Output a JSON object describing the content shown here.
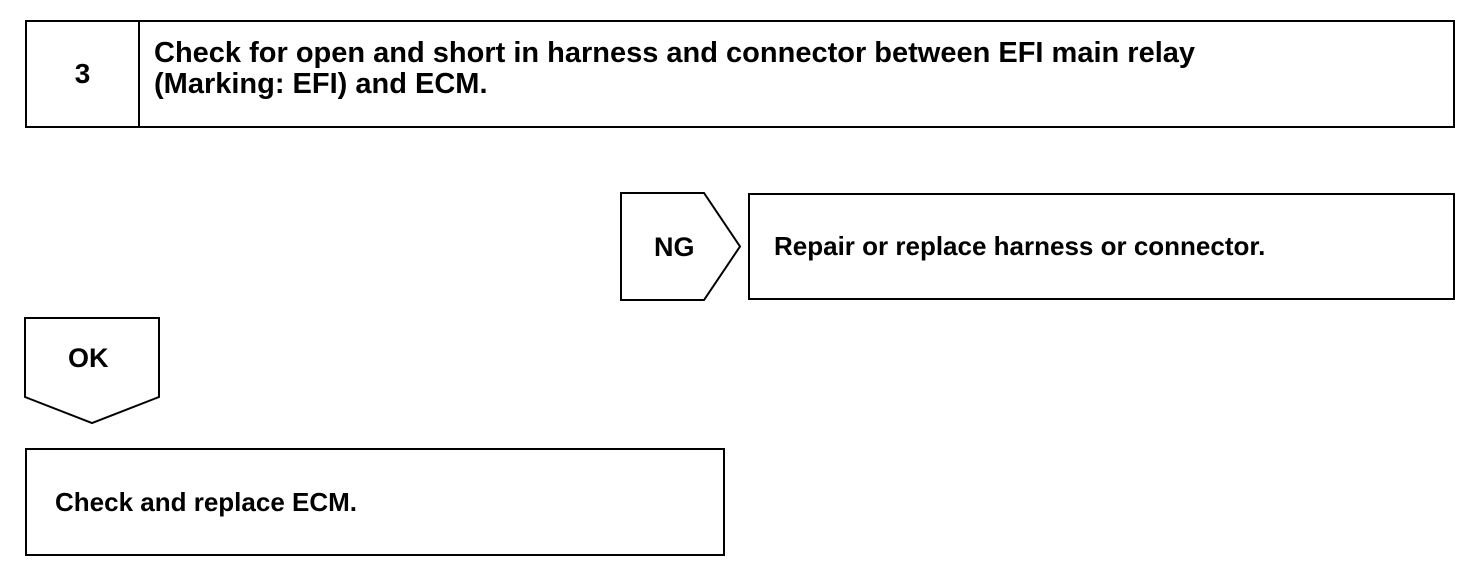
{
  "step": {
    "number": "3",
    "title_line1": "Check for open and short in harness and connector between EFI main relay",
    "title_line2": "(Marking: EFI) and ECM."
  },
  "ng_branch": {
    "label": "NG",
    "result": "Repair or replace harness or connector."
  },
  "ok_branch": {
    "label": "OK",
    "result": "Check and replace ECM."
  },
  "colors": {
    "line": "#000000",
    "background": "#ffffff"
  }
}
